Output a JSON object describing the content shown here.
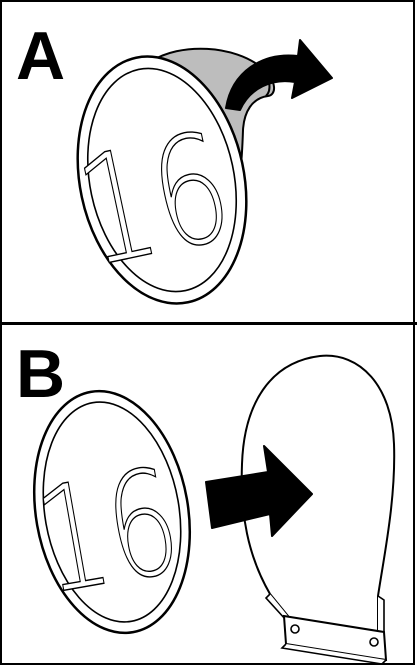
{
  "panels": [
    {
      "label": "A",
      "sign_number": "16",
      "arrow_icon": "curved-arrow-icon"
    },
    {
      "label": "B",
      "sign_number": "16",
      "arrow_icon": "straight-arrow-icon"
    }
  ],
  "colors": {
    "ink": "#000000",
    "paper": "#ffffff",
    "backing_shade": "#bdbdbd"
  }
}
